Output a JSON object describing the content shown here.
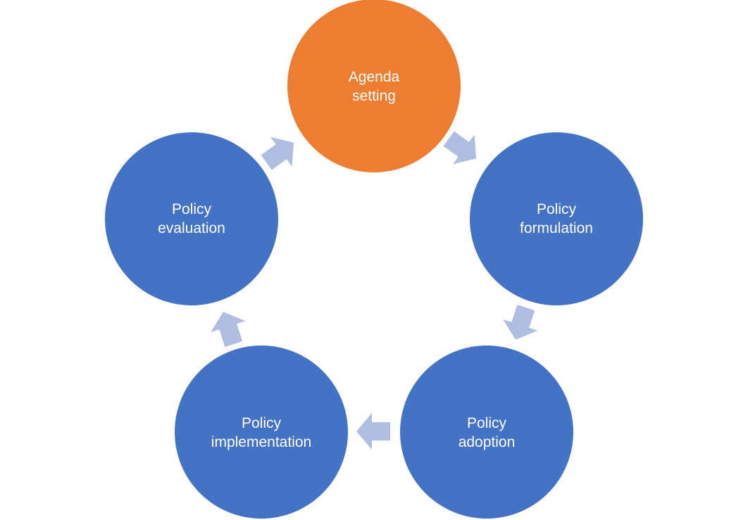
{
  "diagram": {
    "type": "cycle",
    "stages": [
      {
        "id": "agenda-setting",
        "line1": "Agenda",
        "line2": "setting",
        "color": "#ED7D31"
      },
      {
        "id": "policy-formulation",
        "line1": "Policy",
        "line2": "formulation",
        "color": "#4472C4"
      },
      {
        "id": "policy-adoption",
        "line1": "Policy",
        "line2": "adoption",
        "color": "#4472C4"
      },
      {
        "id": "policy-implementation",
        "line1": "Policy",
        "line2": "implementation",
        "color": "#4472C4"
      },
      {
        "id": "policy-evaluation",
        "line1": "Policy",
        "line2": "evaluation",
        "color": "#4472C4"
      }
    ],
    "arrow_color": "#AFBDE0",
    "flow": [
      [
        "agenda-setting",
        "policy-formulation"
      ],
      [
        "policy-formulation",
        "policy-adoption"
      ],
      [
        "policy-adoption",
        "policy-implementation"
      ],
      [
        "policy-implementation",
        "policy-evaluation"
      ],
      [
        "policy-evaluation",
        "agenda-setting"
      ]
    ]
  }
}
